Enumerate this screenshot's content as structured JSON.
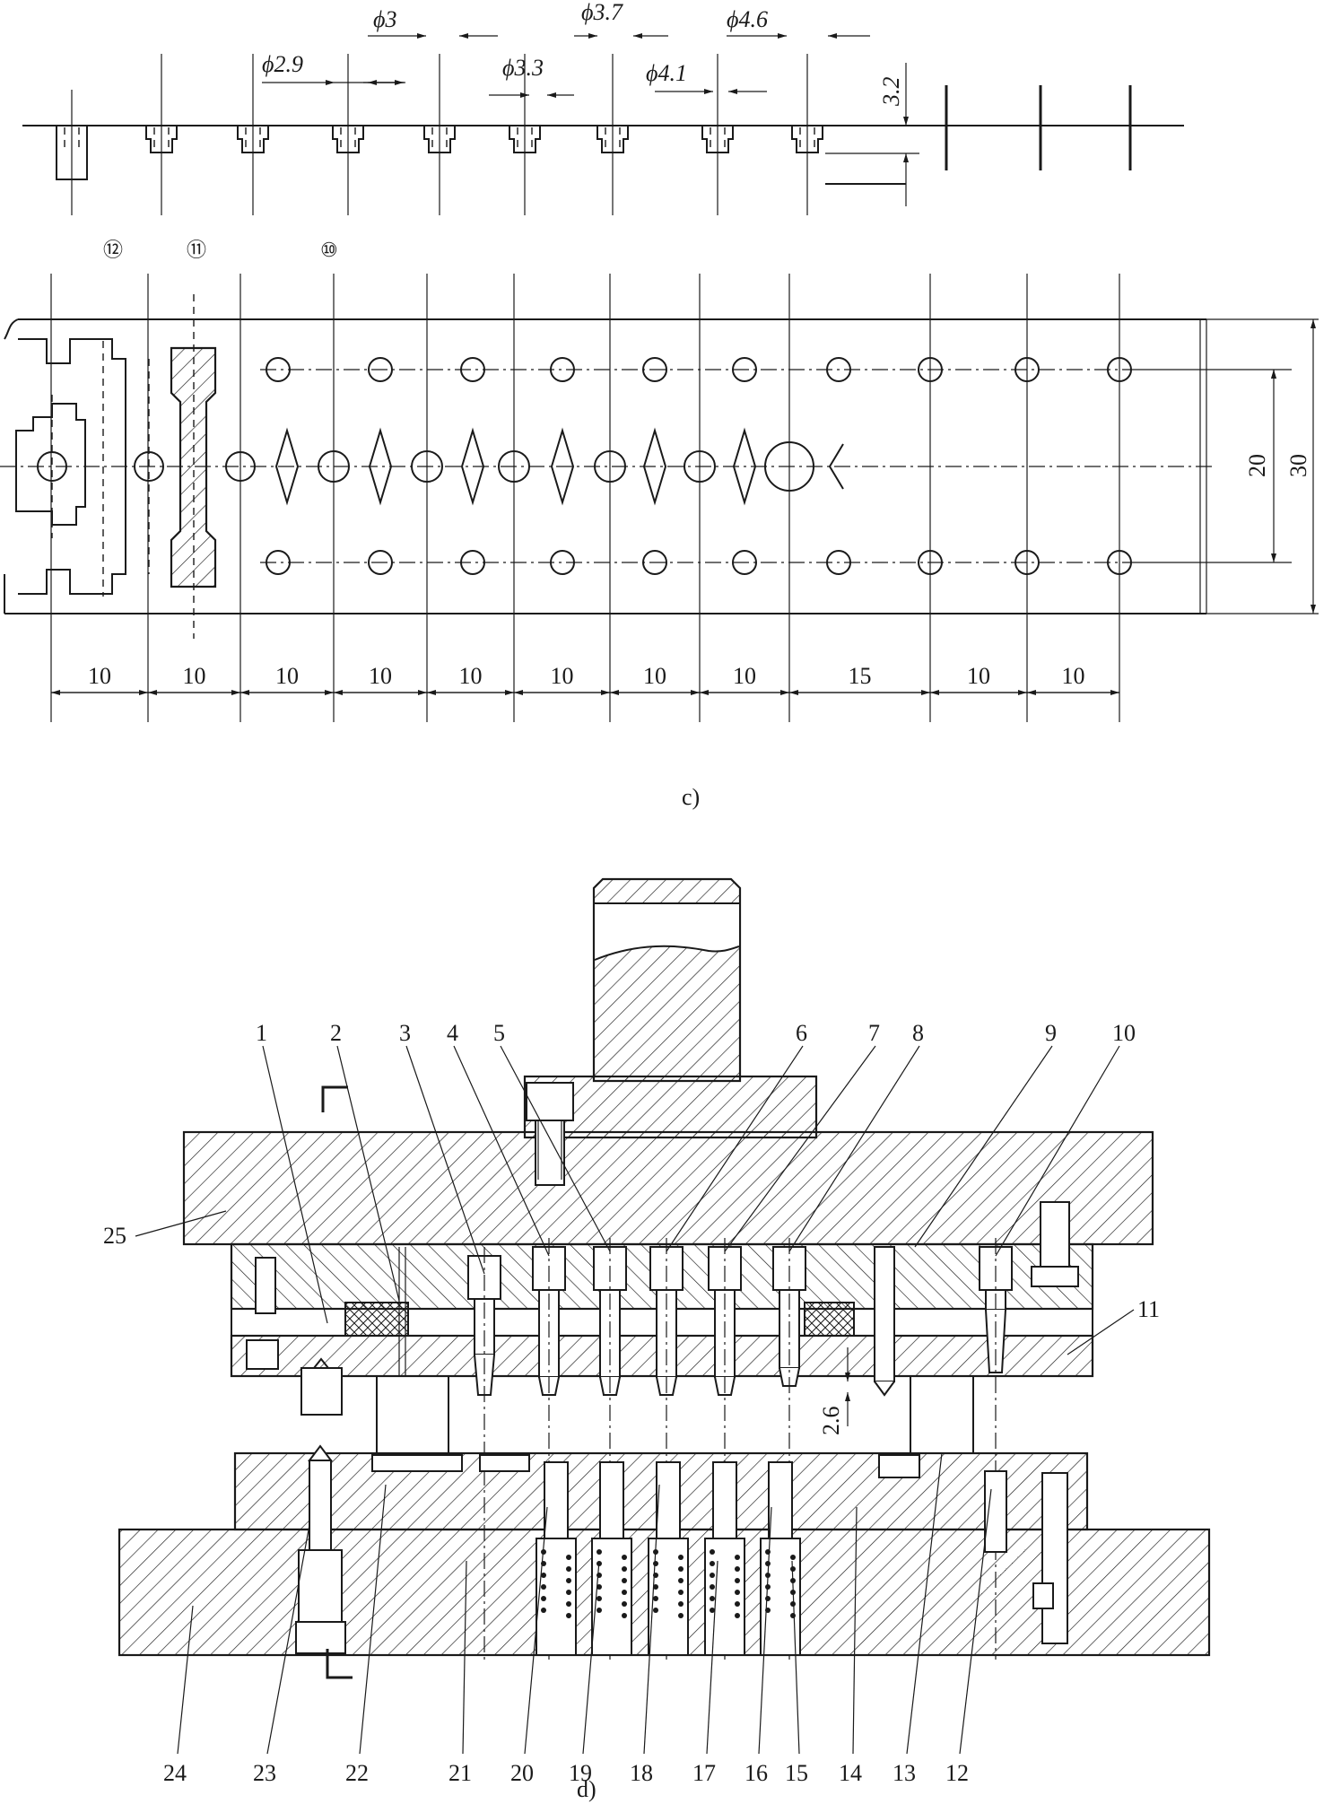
{
  "strip_dims": {
    "diameters": [
      "2.9",
      "3",
      "3.3",
      "3.7",
      "4.1",
      "4.6"
    ],
    "diameter_symbol": "ϕ",
    "step_height": "3.2",
    "station_markers": [
      "⑫",
      "⑪",
      "⑩"
    ],
    "width_inner": "20",
    "width_outer": "30",
    "pitches": [
      "10",
      "10",
      "10",
      "10",
      "10",
      "10",
      "10",
      "10",
      "15",
      "10",
      "10"
    ]
  },
  "captions": {
    "top": "c)",
    "bottom": "d)"
  },
  "die": {
    "clearance": "2.6",
    "top_labels": [
      "1",
      "2",
      "3",
      "4",
      "5",
      "6",
      "7",
      "8",
      "9",
      "10"
    ],
    "side_labels": [
      "25",
      "11"
    ],
    "bottom_labels": [
      "24",
      "23",
      "22",
      "21",
      "20",
      "19",
      "18",
      "17",
      "16",
      "15",
      "14",
      "13",
      "12"
    ]
  }
}
